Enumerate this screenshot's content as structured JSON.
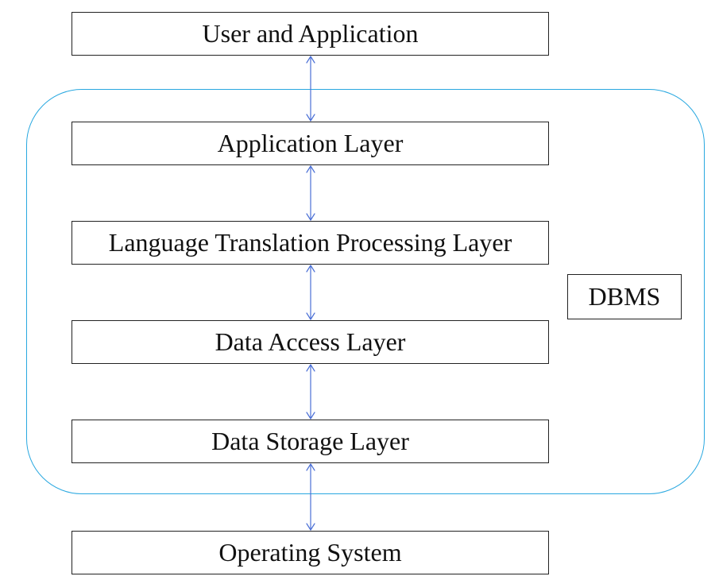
{
  "diagram": {
    "layers": [
      {
        "id": "user",
        "label": "User and Application"
      },
      {
        "id": "app",
        "label": "Application Layer"
      },
      {
        "id": "lang",
        "label": "Language Translation Processing Layer"
      },
      {
        "id": "access",
        "label": "Data Access Layer"
      },
      {
        "id": "storage",
        "label": "Data Storage Layer"
      },
      {
        "id": "os",
        "label": "Operating System"
      }
    ],
    "group_label": "DBMS",
    "colors": {
      "group_border": "#29a8e0",
      "arrow": "#4a6fd6",
      "box_border": "#222222"
    }
  }
}
